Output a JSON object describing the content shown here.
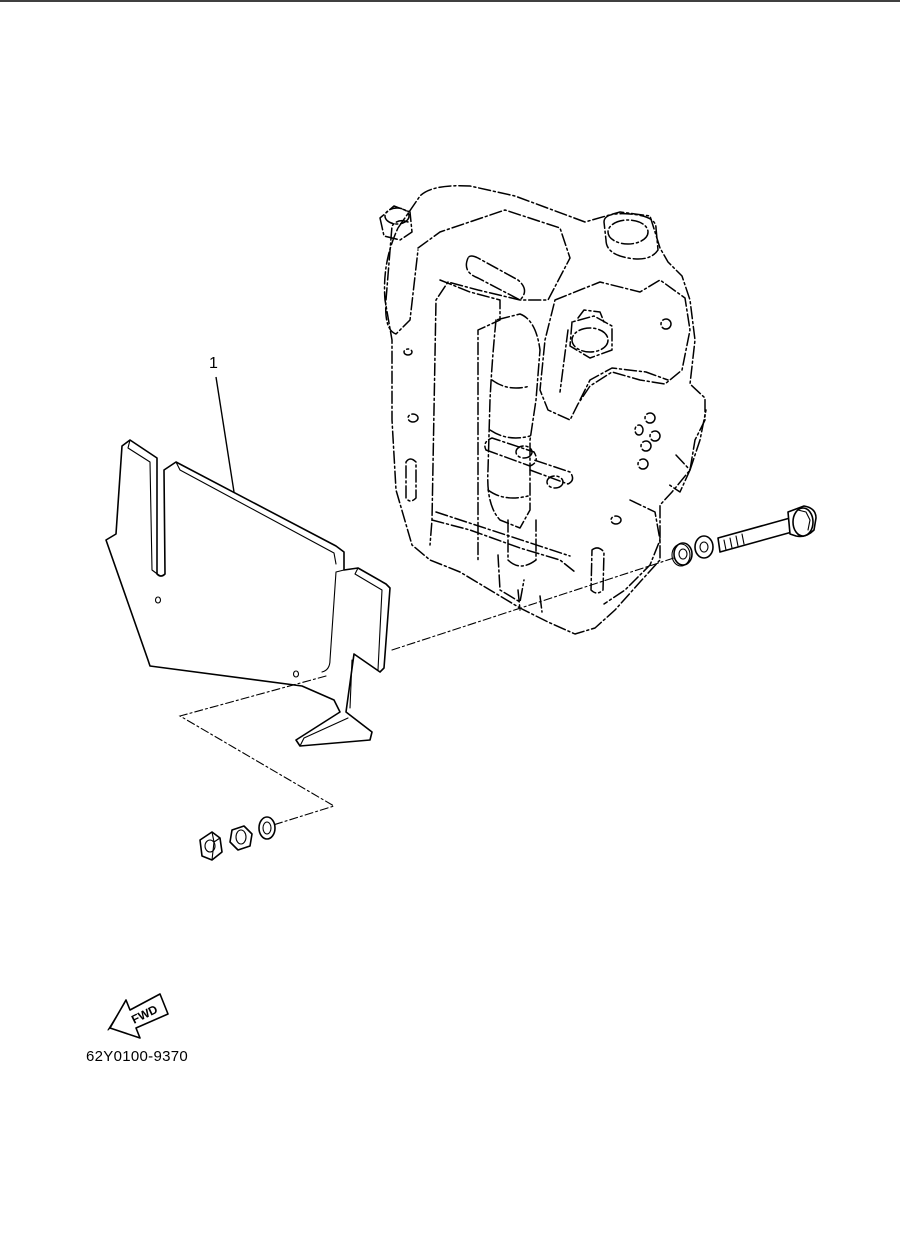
{
  "callouts": [
    {
      "ref": "1"
    }
  ],
  "fwd_label": "FWD",
  "part_number": "62Y0100-9370"
}
